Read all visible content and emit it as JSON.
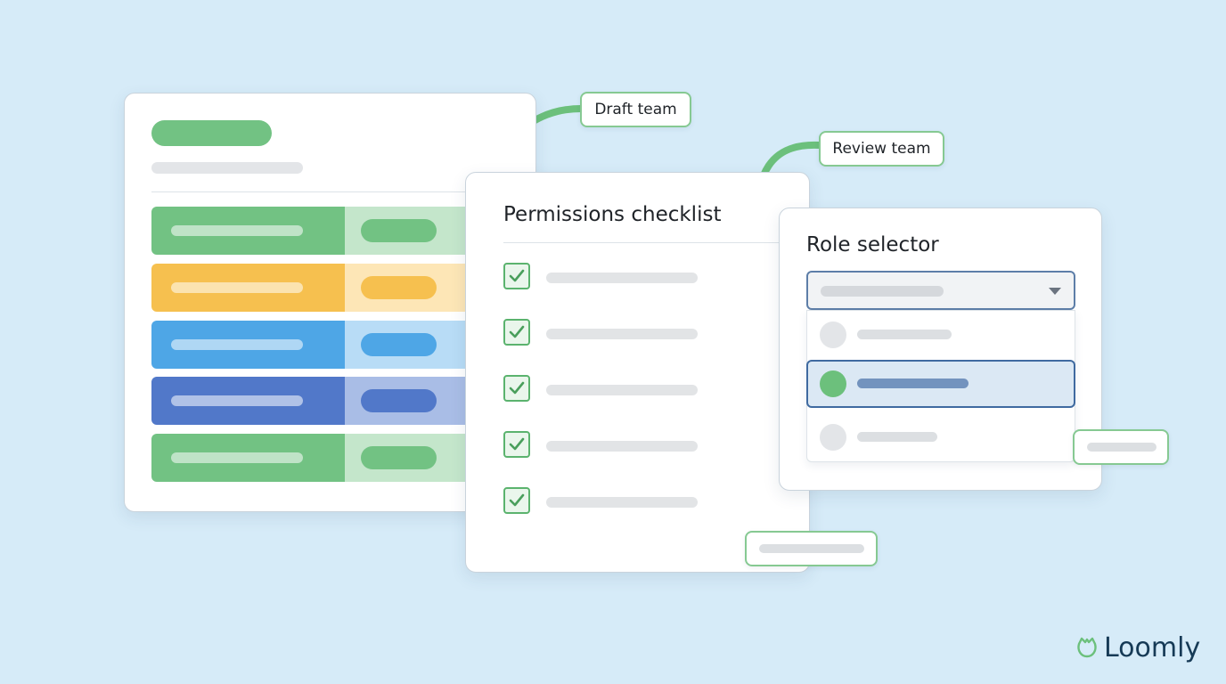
{
  "checklist": {
    "title": "Permissions checklist"
  },
  "role_selector": {
    "title": "Role selector"
  },
  "callouts": {
    "draft_team": "Draft team",
    "review_team": "Review team"
  },
  "brand": {
    "name": "Loomly",
    "icon": "loomly-logo-icon"
  },
  "colors": {
    "green": "#6cc07c",
    "green_light": "#bfe3c6",
    "yellow": "#f6c04f",
    "yellow_light": "#fde7b9",
    "blue": "#4aa4e6",
    "blue_light": "#b7dcf6",
    "indigo": "#4f7ccf",
    "indigo_light": "#a8bde6",
    "background": "#d6ebf8",
    "arrow": "#6cc07c"
  }
}
